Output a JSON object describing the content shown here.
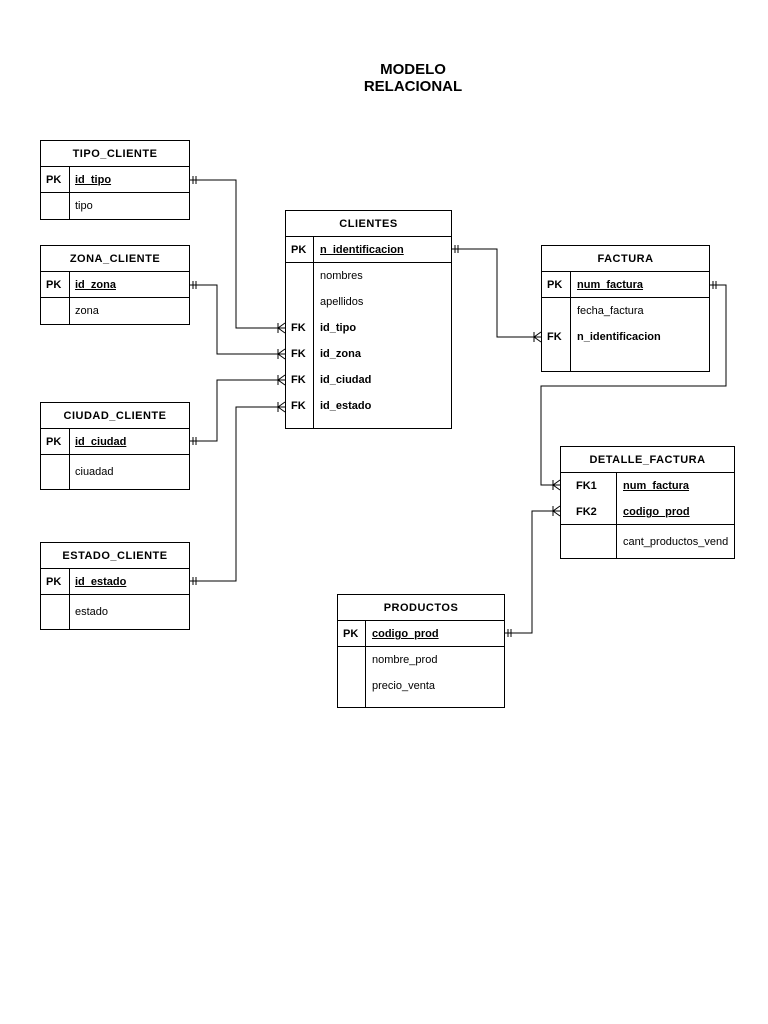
{
  "title": {
    "line1": "MODELO",
    "line2": "RELACIONAL"
  },
  "entities": {
    "tipo_cliente": {
      "name": "TIPO_CLIENTE",
      "key_rows": [
        {
          "k": "PK",
          "n": "id_tipo",
          "bold": true,
          "underline": true
        }
      ],
      "rows": [
        {
          "k": "",
          "n": "tipo",
          "bold": false,
          "underline": false
        }
      ]
    },
    "zona_cliente": {
      "name": "ZONA_CLIENTE",
      "key_rows": [
        {
          "k": "PK",
          "n": "id_zona",
          "bold": true,
          "underline": true
        }
      ],
      "rows": [
        {
          "k": "",
          "n": "zona",
          "bold": false,
          "underline": false
        }
      ]
    },
    "ciudad_cliente": {
      "name": "CIUDAD_CLIENTE",
      "key_rows": [
        {
          "k": "PK",
          "n": "id_ciudad",
          "bold": true,
          "underline": true
        }
      ],
      "rows": [
        {
          "k": "",
          "n": "ciuadad",
          "bold": false,
          "underline": false
        }
      ]
    },
    "estado_cliente": {
      "name": "ESTADO_CLIENTE",
      "key_rows": [
        {
          "k": "PK",
          "n": "id_estado",
          "bold": true,
          "underline": true
        }
      ],
      "rows": [
        {
          "k": "",
          "n": "estado",
          "bold": false,
          "underline": false
        }
      ]
    },
    "clientes": {
      "name": "CLIENTES",
      "key_rows": [
        {
          "k": "PK",
          "n": "n_identificacion",
          "bold": true,
          "underline": true
        }
      ],
      "rows": [
        {
          "k": "",
          "n": "nombres",
          "bold": false,
          "underline": false
        },
        {
          "k": "",
          "n": "apellidos",
          "bold": false,
          "underline": false
        },
        {
          "k": "FK",
          "n": "id_tipo",
          "bold": true,
          "underline": false
        },
        {
          "k": "FK",
          "n": "id_zona",
          "bold": true,
          "underline": false
        },
        {
          "k": "FK",
          "n": "id_ciudad",
          "bold": true,
          "underline": false
        },
        {
          "k": "FK",
          "n": "id_estado",
          "bold": true,
          "underline": false
        }
      ]
    },
    "factura": {
      "name": "FACTURA",
      "key_rows": [
        {
          "k": "PK",
          "n": "num_factura",
          "bold": true,
          "underline": true
        }
      ],
      "rows": [
        {
          "k": "",
          "n": "fecha_factura",
          "bold": false,
          "underline": false
        },
        {
          "k": "FK",
          "n": "n_identificacion",
          "bold": true,
          "underline": false
        }
      ]
    },
    "detalle_factura": {
      "name": "DETALLE_FACTURA",
      "key_rows": [
        {
          "k": "FK1",
          "n": "num_factura",
          "bold": true,
          "underline": true
        },
        {
          "k": "FK2",
          "n": "codigo_prod",
          "bold": true,
          "underline": true
        }
      ],
      "rows": [
        {
          "k": "",
          "n": "cant_productos_vend",
          "bold": false,
          "underline": false
        }
      ]
    },
    "productos": {
      "name": "PRODUCTOS",
      "key_rows": [
        {
          "k": "PK",
          "n": "codigo_prod",
          "bold": true,
          "underline": true
        }
      ],
      "rows": [
        {
          "k": "",
          "n": "nombre_prod",
          "bold": false,
          "underline": false
        },
        {
          "k": "",
          "n": "precio_venta",
          "bold": false,
          "underline": false
        }
      ]
    }
  },
  "relationships": [
    {
      "from": "tipo_cliente",
      "to": "clientes",
      "from_end": "one-mandatory",
      "to_end": "many"
    },
    {
      "from": "zona_cliente",
      "to": "clientes",
      "from_end": "one-mandatory",
      "to_end": "many"
    },
    {
      "from": "ciudad_cliente",
      "to": "clientes",
      "from_end": "one-mandatory",
      "to_end": "many"
    },
    {
      "from": "estado_cliente",
      "to": "clientes",
      "from_end": "one-mandatory",
      "to_end": "many"
    },
    {
      "from": "clientes",
      "to": "factura",
      "from_end": "one-mandatory",
      "to_end": "many"
    },
    {
      "from": "factura",
      "to": "detalle_factura",
      "from_end": "one-mandatory",
      "to_end": "many"
    },
    {
      "from": "productos",
      "to": "detalle_factura",
      "from_end": "one-mandatory",
      "to_end": "many"
    }
  ]
}
